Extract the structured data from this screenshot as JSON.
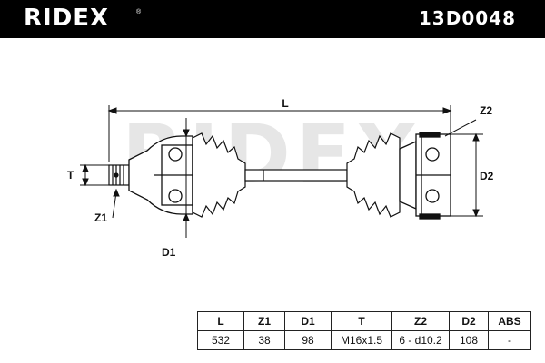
{
  "header": {
    "brand": "RIDEX",
    "brand_reg": "®",
    "part_number": "13D0048"
  },
  "diagram": {
    "watermark": "RIDEX",
    "labels": {
      "L": "L",
      "Z2": "Z2",
      "T": "T",
      "D2": "D2",
      "Z1": "Z1",
      "D1": "D1"
    }
  },
  "spec_table": {
    "headers": [
      "L",
      "Z1",
      "D1",
      "T",
      "Z2",
      "D2",
      "ABS"
    ],
    "values": [
      "532",
      "38",
      "98",
      "M16x1.5",
      "6 - d10.2",
      "108",
      "-"
    ]
  }
}
